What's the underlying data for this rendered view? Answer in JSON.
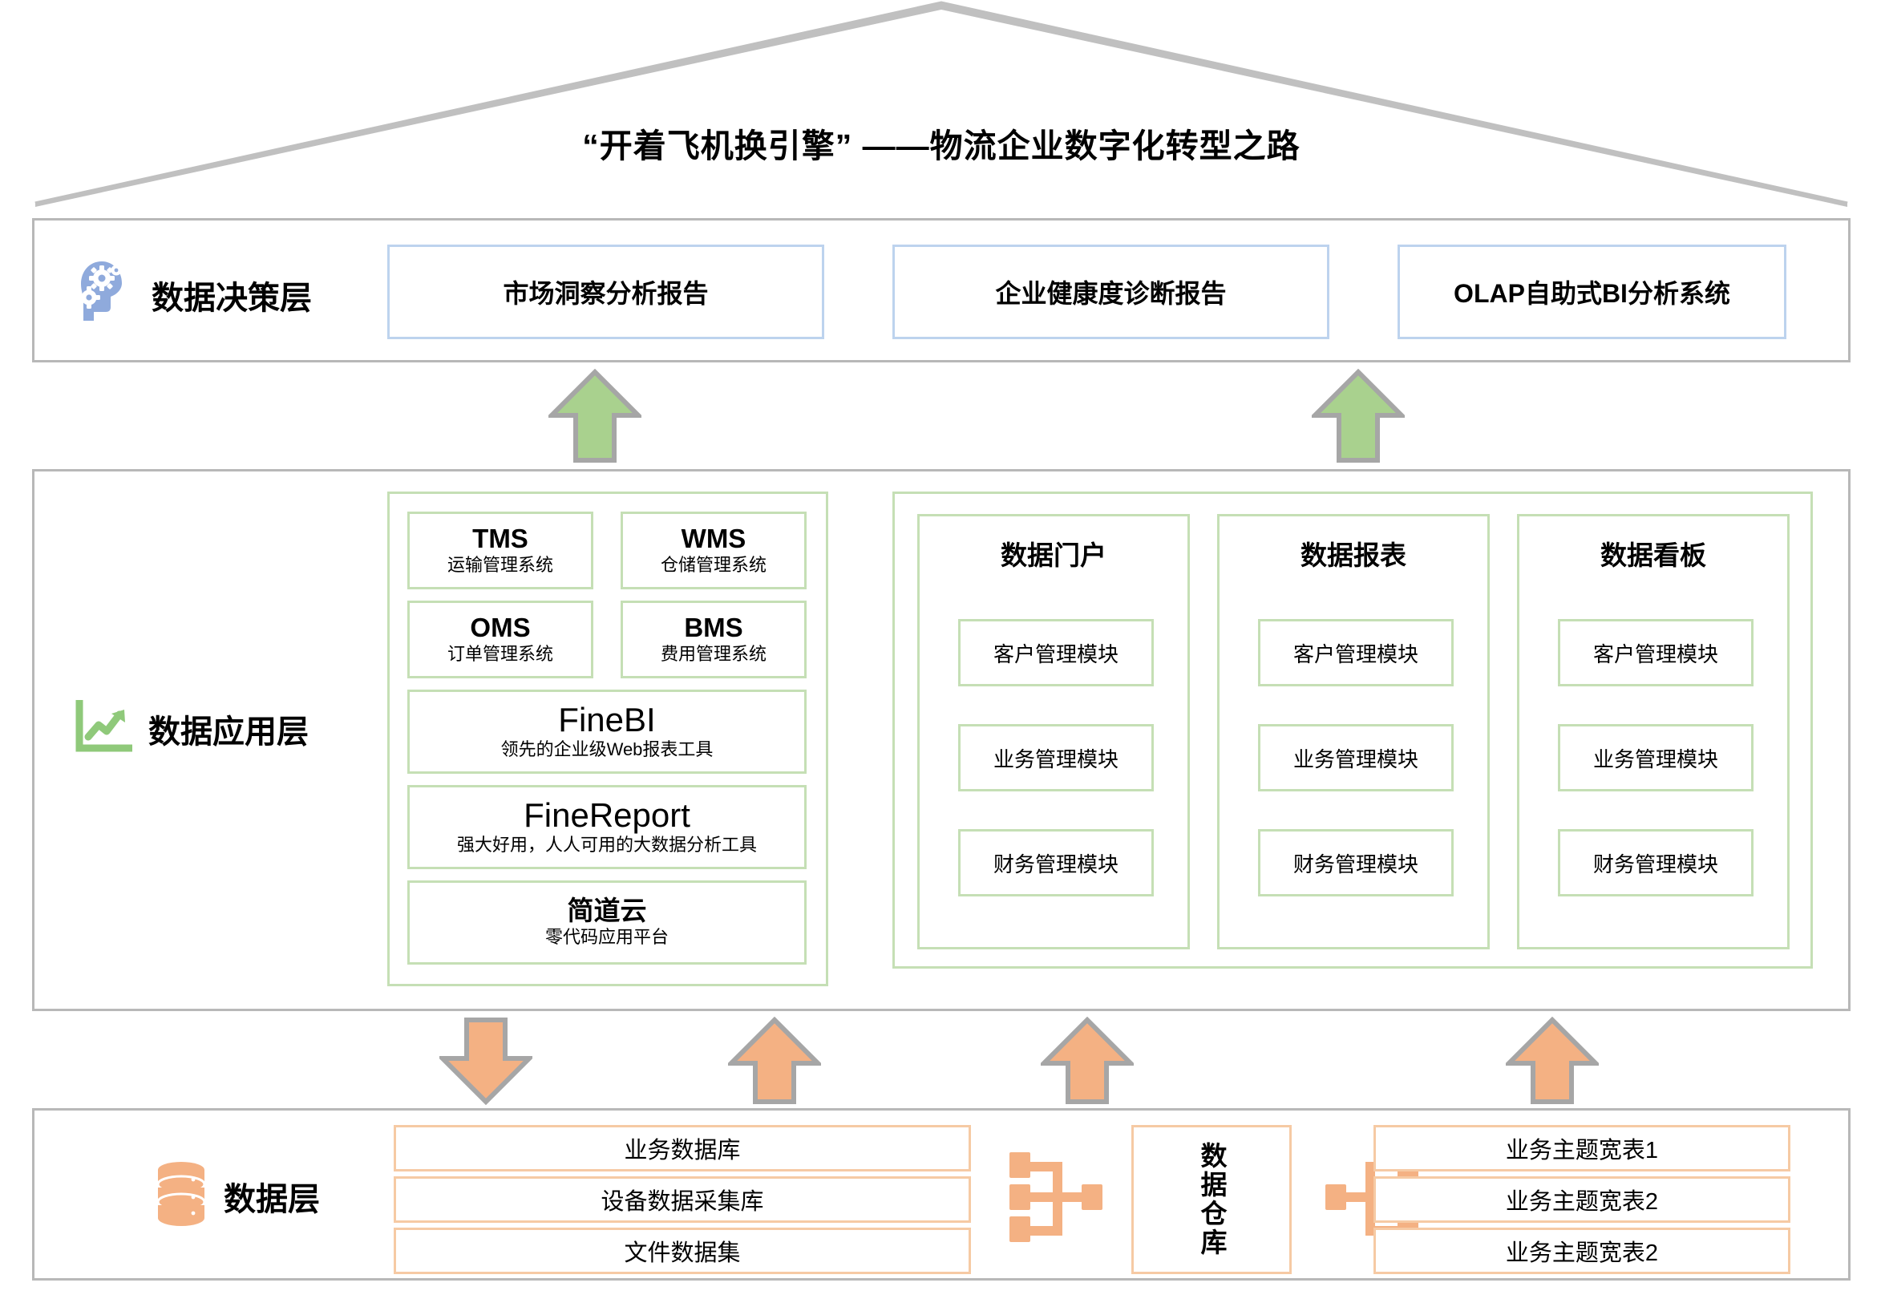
{
  "roof": {
    "title": "“开着飞机换引擎” ——物流企业数字化转型之路"
  },
  "decision_layer": {
    "icon": "head-with-gears-icon",
    "title": "数据决策层",
    "accent": "#bdd3ee",
    "boxes": [
      {
        "label": "市场洞察分析报告"
      },
      {
        "label": "企业健康度诊断报告"
      },
      {
        "label": "OLAP自助式BI分析系统"
      }
    ]
  },
  "application_layer": {
    "icon": "trending-chart-icon",
    "title": "数据应用层",
    "accent": "#c5dfb5",
    "systems": [
      {
        "title": "TMS",
        "sub": "运输管理系统"
      },
      {
        "title": "WMS",
        "sub": "仓储管理系统"
      },
      {
        "title": "OMS",
        "sub": "订单管理系统"
      },
      {
        "title": "BMS",
        "sub": "费用管理系统"
      }
    ],
    "products": [
      {
        "title": "FineBI",
        "sub": "领先的企业级Web报表工具"
      },
      {
        "title": "FineReport",
        "sub": "强大好用，人人可用的大数据分析工具"
      },
      {
        "title": "简道云",
        "sub": "零代码应用平台"
      }
    ],
    "cards": [
      {
        "title": "数据门户",
        "modules": [
          "客户管理模块",
          "业务管理模块",
          "财务管理模块"
        ]
      },
      {
        "title": "数据报表",
        "modules": [
          "客户管理模块",
          "业务管理模块",
          "财务管理模块"
        ]
      },
      {
        "title": "数据看板",
        "modules": [
          "客户管理模块",
          "业务管理模块",
          "财务管理模块"
        ]
      }
    ]
  },
  "data_layer": {
    "icon": "database-cylinder-icon",
    "title": "数据层",
    "accent": "#f6caa4",
    "sources": [
      "业务数据库",
      "设备数据采集库",
      "文件数据集"
    ],
    "warehouse": "数据仓库",
    "wide_tables": [
      "业务主题宽表1",
      "业务主题宽表2",
      "业务主题宽表2"
    ],
    "connector_left": "merge-connector-icon",
    "connector_right": "split-connector-icon"
  },
  "arrows": {
    "green_up": "arrow-up-green",
    "orange_up": "arrow-up-orange",
    "orange_down": "arrow-down-orange",
    "green_color": "#a9d18e",
    "orange_color": "#f4b183",
    "border_color": "#a6a6a6"
  }
}
